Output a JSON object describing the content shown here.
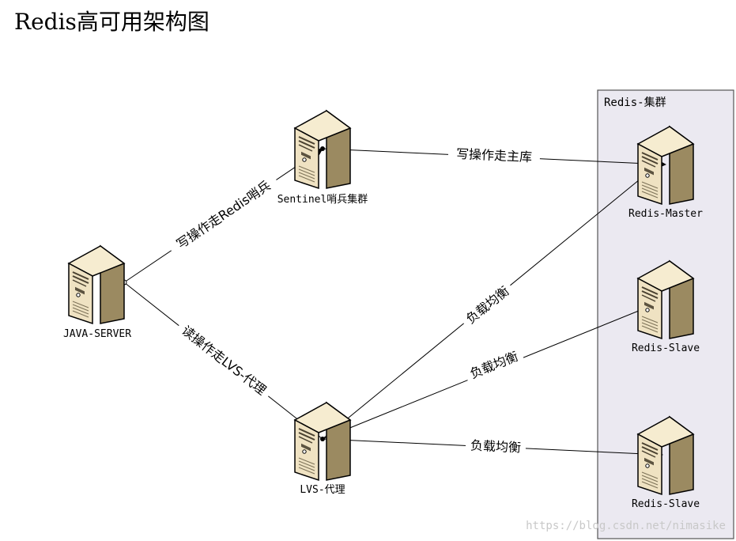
{
  "title": "Redis高可用架构图",
  "cluster": {
    "label": "Redis-集群"
  },
  "nodes": {
    "java_server": "JAVA-SERVER",
    "sentinel": "Sentinel哨兵集群",
    "lvs": "LVS-代理",
    "redis_master": "Redis-Master",
    "redis_slave_1": "Redis-Slave",
    "redis_slave_2": "Redis-Slave"
  },
  "edges": {
    "java_to_sentinel": "写操作走Redis哨兵",
    "java_to_lvs": "读操作走LVS-代理",
    "sentinel_to_master": "写操作走主库",
    "lvs_to_master": "负载均衡",
    "lvs_to_slave_1": "负载均衡",
    "lvs_to_slave_2": "负载均衡"
  },
  "watermark": "https://blog.csdn.net/nimasike",
  "colors": {
    "cluster_fill": "#ebe9f1",
    "cluster_border": "#555555",
    "server_front": "#efe2c2",
    "server_side": "#9b8a61"
  }
}
